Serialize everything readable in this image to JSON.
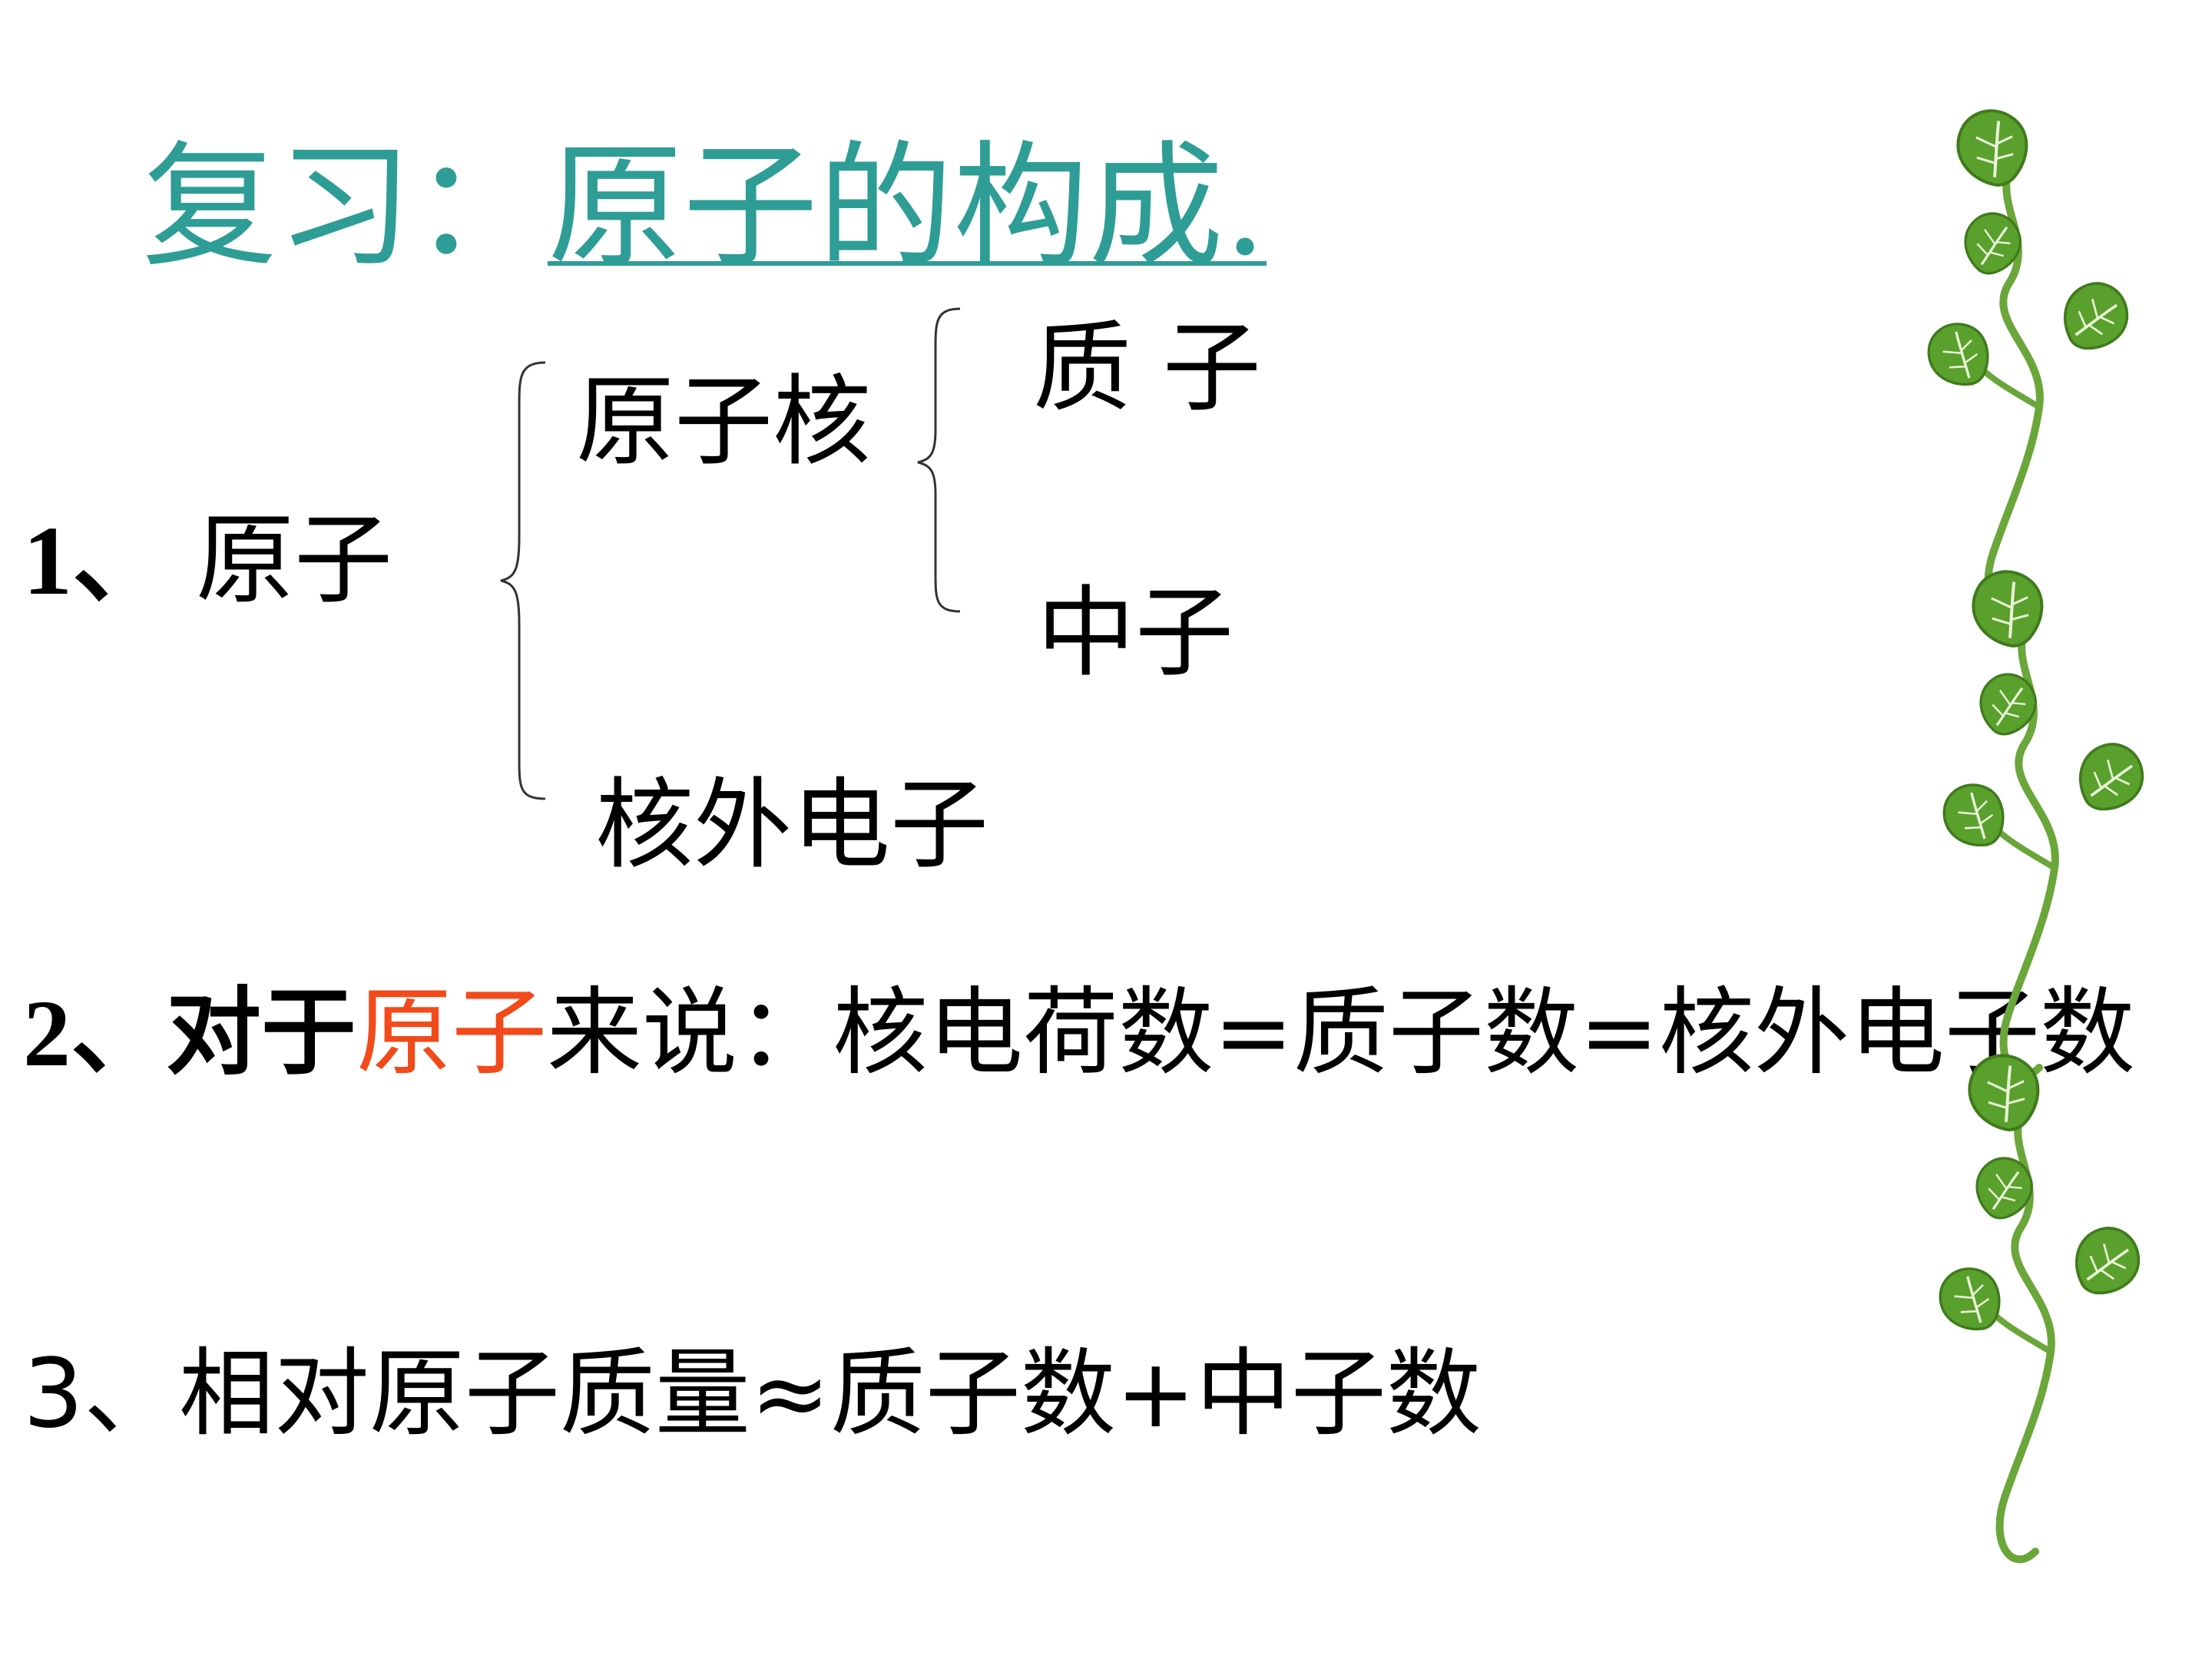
{
  "title": {
    "prefix": "复习：",
    "link": "原子的构成."
  },
  "item1": {
    "number": "1、",
    "atom": "原子",
    "nucleus": "原子核",
    "proton": "质 子",
    "neutron": "中子",
    "electron": "核外电子"
  },
  "item2": {
    "before": "2、对于",
    "highlight": "原子",
    "after": "来说：核电荷数=质子数=核外电子数"
  },
  "item3": {
    "text": "3、相对原子质量≈质子数+中子数"
  },
  "colors": {
    "title": "#2e9d96",
    "highlight": "#f24a1a",
    "leaf": "#5aa02c",
    "stem": "#6aa63a"
  },
  "decoration": {
    "icon": "leaf-vine-icon"
  }
}
